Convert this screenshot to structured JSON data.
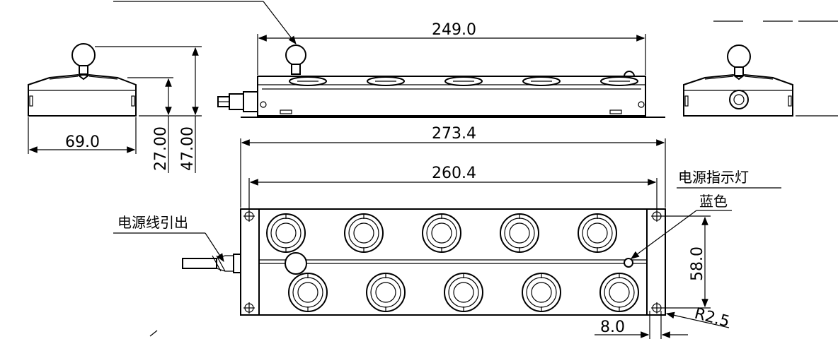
{
  "dimensions": {
    "overall_length": "249.0",
    "side_width": "69.0",
    "height_body": "27.00",
    "height_total": "47.00",
    "base_length": "273.4",
    "hole_spacing": "260.4",
    "depth": "58.0",
    "hole_offset": "8.0",
    "corner_radius": "R2.5"
  },
  "labels": {
    "power_indicator": "电源指示灯",
    "indicator_color": "蓝色",
    "power_cable": "电源线引出"
  }
}
